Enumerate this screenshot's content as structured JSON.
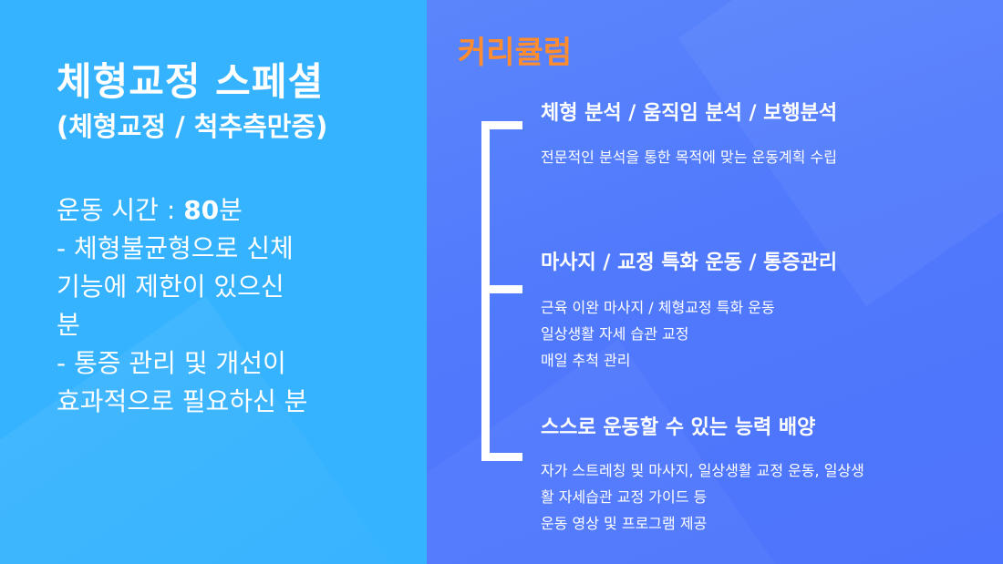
{
  "left": {
    "title": "체형교정 스페셜",
    "subtitle": "(체형교정 / 척추측만증)",
    "time_label": "운동 시간 : ",
    "time_value": "80",
    "time_unit": "분",
    "lines": [
      " - 체형불균형으로 신체",
      "기능에 제한이 있으신",
      "분",
      " - 통증 관리 및 개선이",
      "효과적으로 필요하신 분"
    ]
  },
  "curriculum": {
    "title": "커리큘럼",
    "title_color": "#ff8c2e",
    "sections": [
      {
        "heading": "체형 분석 / 움직임 분석 / 보행분석",
        "lines": [
          "전문적인 분석을 통한 목적에 맞는 운동계획 수립"
        ]
      },
      {
        "heading": "마사지 / 교정 특화 운동 / 통증관리",
        "lines": [
          "근육 이완 마사지 / 체형교정 특화 운동",
          "일상생활 자세 습관 교정",
          "매일 추척 관리"
        ]
      },
      {
        "heading": "스스로 운동할 수 있는 능력 배양",
        "lines": [
          "자가 스트레칭 및 마사지, 일상생활 교정 운동, 일상생",
          "활 자세습관 교정 가이드 등",
          "운동 영상 및 프로그램 제공"
        ]
      }
    ]
  },
  "colors": {
    "left_background": "#36b3fe",
    "right_background": "#5079fc"
  }
}
